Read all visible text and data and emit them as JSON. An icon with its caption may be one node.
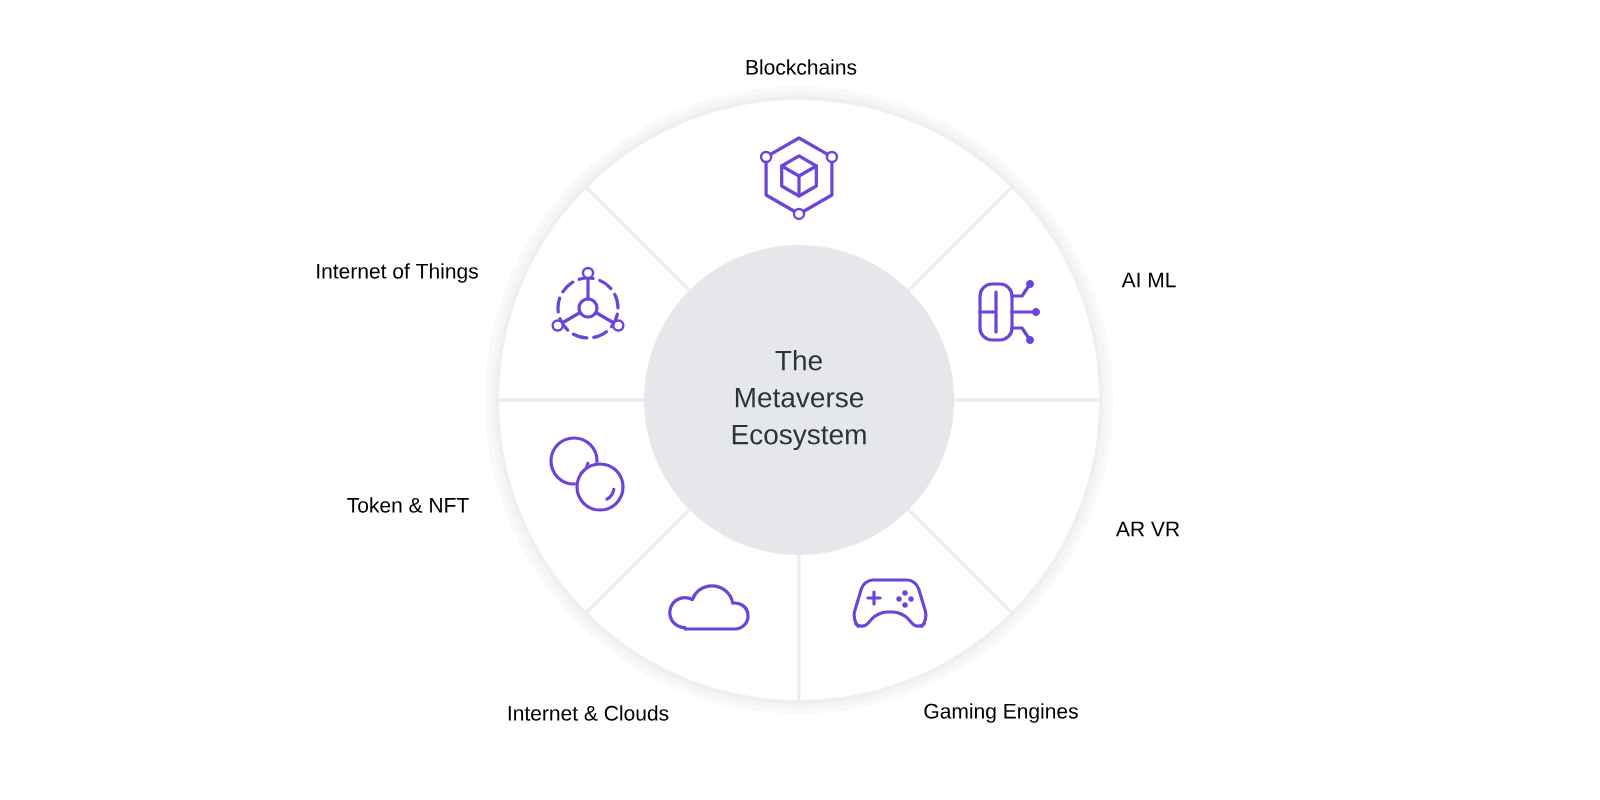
{
  "diagram": {
    "nodes": [
      {
        "text": [
          "Blockchains"
        ]
      },
      {
        "text": [
          "Internet of Things"
        ]
      },
      {
        "text": [
          "AI ML"
        ]
      },
      {
        "text": [
          "The Metaverse Ecosystem"
        ]
      },
      {
        "text": [
          "Token & NFT"
        ]
      },
      {
        "text": [
          "AR VR"
        ]
      },
      {
        "text": [
          "Internet & Clouds"
        ]
      },
      {
        "text": [
          "Gaming Engines"
        ]
      }
    ]
  }
}
